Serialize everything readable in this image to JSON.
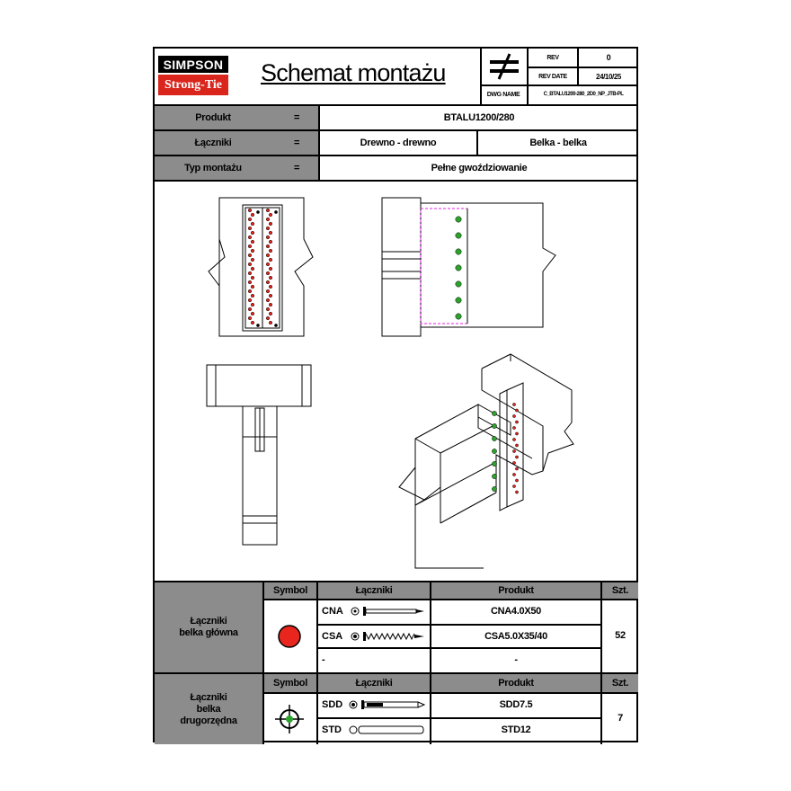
{
  "header": {
    "logo_top": "SIMPSON",
    "logo_bottom": "Strong-Tie",
    "title": "Schemat montażu",
    "symbol_icon": "not-equal-icon",
    "rev_label": "REV",
    "rev_value": "0",
    "rev_date_label": "REV DATE",
    "rev_date_value": "24/10/25",
    "dwg_label": "DWG NAME",
    "dwg_value": "C_BTALU1200-280_2D0_NP_JTB-PL"
  },
  "info": {
    "product_label": "Produkt",
    "eq": "=",
    "product_value": "BTALU1200/280",
    "fasteners_label": "Łączniki",
    "fasteners_left": "Drewno - drewno",
    "fasteners_right": "Belka - belka",
    "mount_label": "Typ montażu",
    "mount_value": "Pełne gwoździowanie"
  },
  "colors": {
    "grey": "#8c8c8c",
    "red": "#e8261e",
    "green": "#2aa52a",
    "magenta": "#e020e0",
    "brand_red": "#d9251c"
  },
  "table1": {
    "group_label": "Łączniki\nbelka główna",
    "col_symbol": "Symbol",
    "col_fasteners": "Łączniki",
    "col_product": "Produkt",
    "col_qty": "Szt.",
    "symbol_icon": "red-dot-icon",
    "rows": [
      {
        "code": "CNA",
        "product": "CNA4.0X50",
        "icon": "nail-icon"
      },
      {
        "code": "CSA",
        "product": "CSA5.0X35/40",
        "icon": "screw-icon"
      },
      {
        "code": "-",
        "product": "-",
        "icon": ""
      }
    ],
    "qty": "52"
  },
  "table2": {
    "group_label": "Łączniki\nbelka\ndrugorzędna",
    "col_symbol": "Symbol",
    "col_fasteners": "Łączniki",
    "col_product": "Produkt",
    "col_qty": "Szt.",
    "symbol_icon": "green-crosshair-icon",
    "rows": [
      {
        "code": "SDD",
        "product": "SDD7.5",
        "icon": "dowel-icon"
      },
      {
        "code": "STD",
        "product": "STD12",
        "icon": "pin-icon"
      }
    ],
    "qty": "7"
  }
}
